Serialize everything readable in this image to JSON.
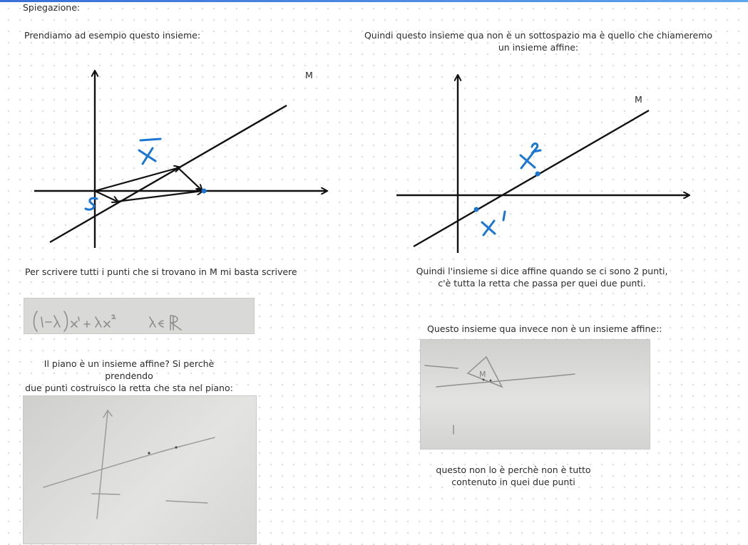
{
  "page": {
    "title": "Spiegazione:",
    "left_intro": "Prendiamo ad esempio questo insieme:",
    "right_intro_line1": "Quindi questo insieme qua non è un sottospazio ma è quello che chiameremo",
    "right_intro_line2": "un insieme affine:",
    "graph_label_m_left": "M",
    "graph_label_m_right": "M",
    "left_middle_text": "Per scrivere tutti i punti che si trovano in M mi basta scrivere",
    "right_middle_line1": "Quindi l'insieme si dice affine quando se ci sono 2 punti,",
    "right_middle_line2": "c'è tutta la retta che passa per quei due punti.",
    "formula_handwritten": "(1-λ)x¹ + λx²   λ∈ℝ",
    "plane_question_line1": "Il piano è un insieme affine? Si perchè prendendo",
    "plane_question_line2": "due punti costruisco la retta che sta nel piano:",
    "not_affine_heading": "Questo insieme qua invece non è un insieme affine::",
    "not_affine_triangle_label": "M",
    "bottom_right_line1": "questo non lo è perchè non è tutto",
    "bottom_right_line2": "contenuto in quei due punti"
  },
  "colors": {
    "ink": "#111111",
    "blue_ink": "#1976d2",
    "accent_bar": "#3b6fd8",
    "photo_bg": "#d7d8d6"
  }
}
